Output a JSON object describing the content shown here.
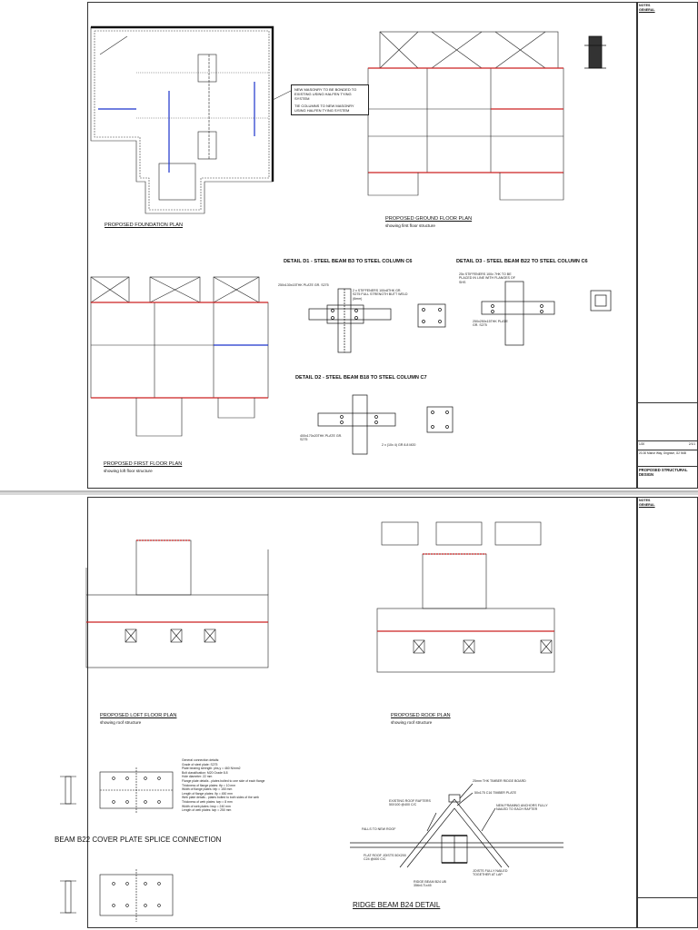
{
  "sheet1": {
    "plans": {
      "foundation": "PROPOSED FOUNDATION PLAN",
      "ground": "PROPOSED GROUND FLOOR PLAN",
      "ground_sub": "showing first floor structure",
      "first": "PROPOSED FIRST FLOOR PLAN",
      "first_sub": "showing loft floor structure"
    },
    "details": {
      "d1": "DETAIL D1 - STEEL BEAM B3 TO STEEL COLUMN C6",
      "d3": "DETAIL D3 - STEEL BEAM B22 TO STEEL COLUMN C6",
      "d2": "DETAIL D2 - STEEL BEAM B18 TO STEEL COLUMN C7"
    },
    "callouts": {
      "masonry_new": "NEW MASONRY TO BE BONDED TO EXISTING USING HALFEN TYING SYSTEM",
      "columns_new": "TIE COLUMNS TO NEW MASONRY USING HALFEN TYING SYSTEM",
      "plate_d1": "250x130x15THK PLATE GR. S275",
      "stiffeners_d1": "2 x STIFFENERS 100x8THK GR. S275 FULL STRENGTH BUTT WELD (6mm)",
      "plate_d3": "250x250x15THK PLATE GR. S275",
      "stiffeners_d3": "25x STIFFENERS 100x 7HK TO BE PLACED IN LINE WITH FLANGES OF SHS",
      "plate_d2": "400x170x20THK PLATE GR. S275",
      "bolts": "2 x (10x 4) GR 8.8 M20"
    },
    "titleblock": {
      "notes_header": "NOTES",
      "general": "GENERAL",
      "drawing_no": "1/20",
      "rev": "2/1/1",
      "address": "20-30 Manor Way, Ongrave, G2 9AB",
      "title": "PROPOSED STRUCTURAL DESIGN"
    }
  },
  "sheet2": {
    "plans": {
      "loft": "PROPOSED LOFT FLOOR PLAN",
      "loft_sub": "showing roof structure",
      "roof": "PROPOSED ROOF PLAN",
      "roof_sub": "showing roof structure"
    },
    "details": {
      "splice": "BEAM B22 COVER PLATE SPLICE CONNECTION",
      "ridge": "RIDGE BEAM B24 DETAIL"
    },
    "ridge_labels": {
      "board": "25mm THK TIMBER RIDGE BOARD",
      "plate": "50x175 C16 TIMBER PLATE",
      "rafters": "EXISTING ROOF RAFTERS 50X100 @400 C/C",
      "framing": "NEW FRAMING ANCHORS FULLY NAILED TO EACH RAFTER",
      "falls": "FALLS TO NEW ROOF",
      "joists": "FLAT ROOF JOISTS 50X200 C24 @400 C/C",
      "joists_nailed": "JOISTS FULLY NAILED TOGETHER AT LAP",
      "ridge_beam": "RIDGE BEAM B24 UB 356x171x45"
    },
    "splice_spec": {
      "head": "General connection details:",
      "rows": [
        "Grade of steel plate: S275",
        "Plate bearing strength: pbs,y = 460 N/mm2",
        "Bolt classification: M20 Grade 8.8",
        "Hole diameter: 22 mm",
        "Flange plate details - plates bolted to one side of each flange",
        "Thickness of flange plates: tfp = 10 mm",
        "Width of flange plates: bfp = 150 mm",
        "Length of flange plates: lfp = 450 mm",
        "Web plate details - plates bolted to both sides of the web",
        "Thickness of web plates: twp = 8 mm",
        "Width of web plates: bwp = 240 mm",
        "Length of web plates: lwp = 250 mm"
      ]
    },
    "titleblock": {
      "notes_header": "NOTES",
      "general": "GENERAL"
    }
  },
  "colors": {
    "steel": "#1a33cc",
    "new_steel": "#cc2222",
    "line": "#222222"
  }
}
